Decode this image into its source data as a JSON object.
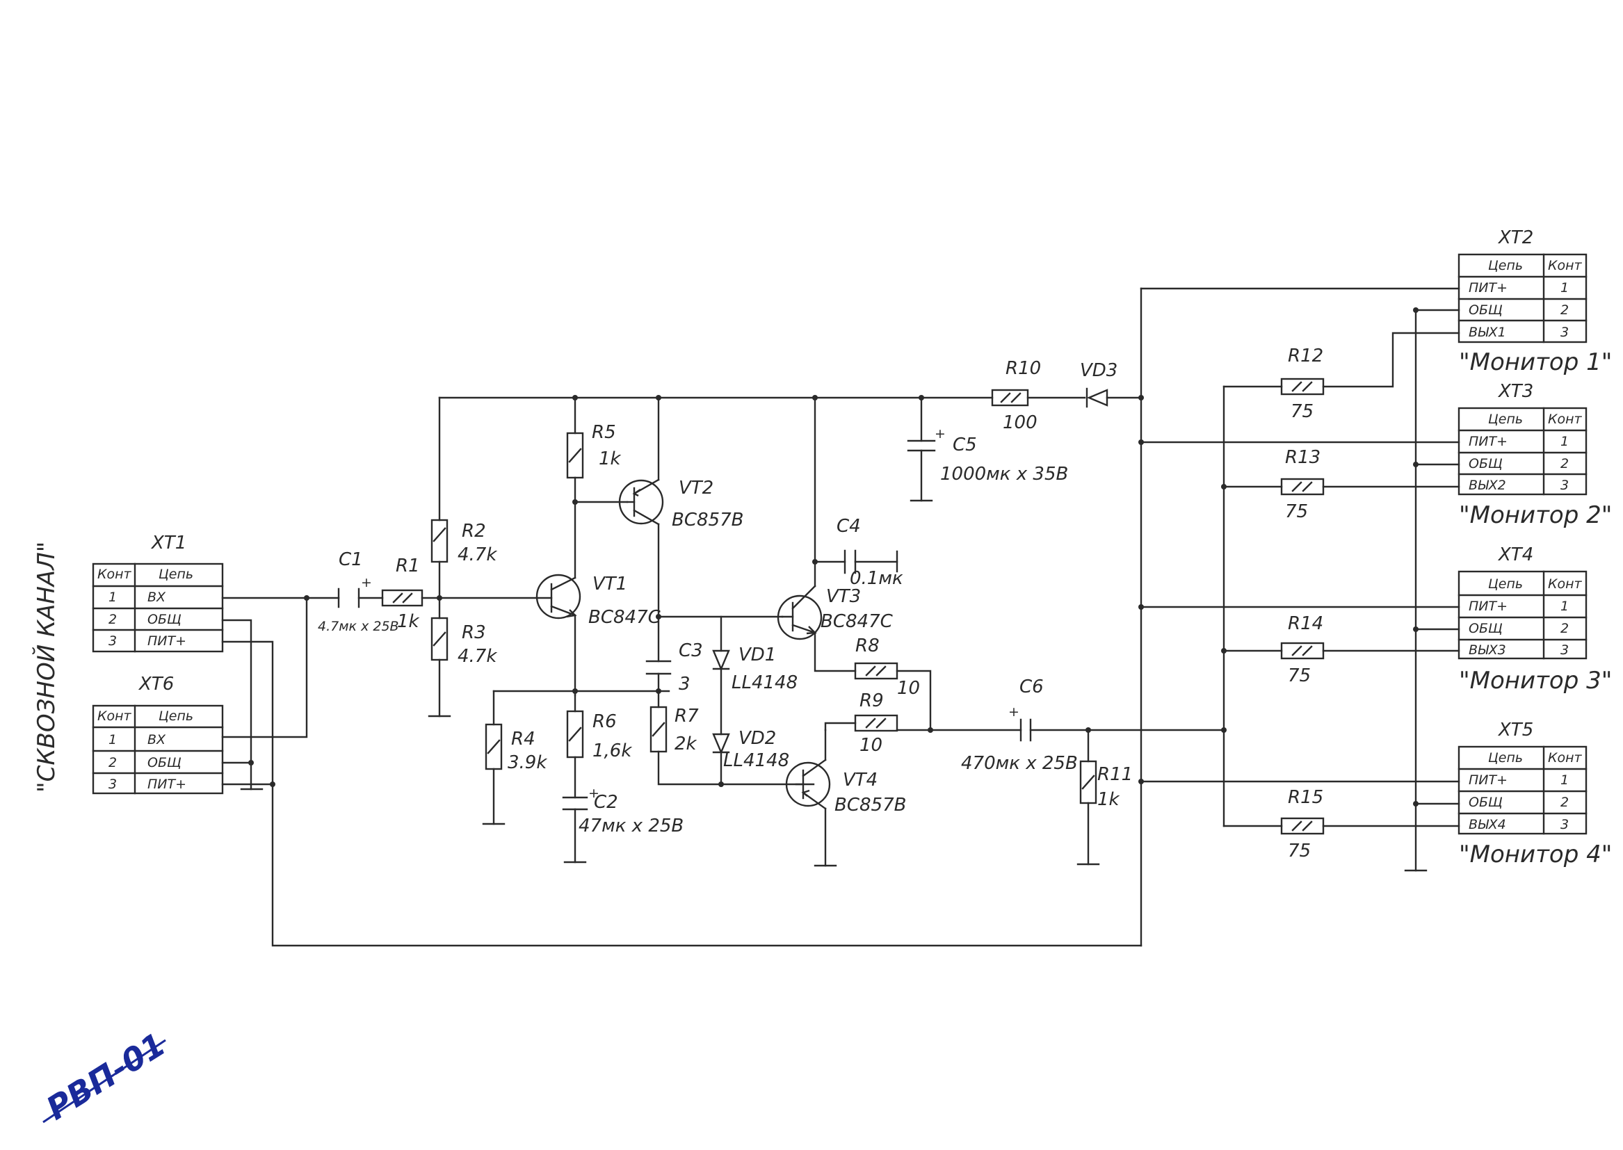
{
  "side_title": "\"СКВОЗНОЙ КАНАЛ\"",
  "stamp": "РВП-01",
  "input_connectors": [
    {
      "ref": "XT1",
      "header": [
        "Конт",
        "Цепь"
      ],
      "rows": [
        [
          "1",
          "ВХ"
        ],
        [
          "2",
          "ОБЩ"
        ],
        [
          "3",
          "ПИТ+"
        ]
      ]
    },
    {
      "ref": "XT6",
      "header": [
        "Конт",
        "Цепь"
      ],
      "rows": [
        [
          "1",
          "ВХ"
        ],
        [
          "2",
          "ОБЩ"
        ],
        [
          "3",
          "ПИТ+"
        ]
      ]
    }
  ],
  "output_connectors": [
    {
      "ref": "XT2",
      "header": [
        "Цепь",
        "Конт"
      ],
      "rows": [
        [
          "ПИТ+",
          "1"
        ],
        [
          "ОБЩ",
          "2"
        ],
        [
          "ВЫХ1",
          "3"
        ]
      ],
      "caption": "\"Монитор 1\""
    },
    {
      "ref": "XT3",
      "header": [
        "Цепь",
        "Конт"
      ],
      "rows": [
        [
          "ПИТ+",
          "1"
        ],
        [
          "ОБЩ",
          "2"
        ],
        [
          "ВЫХ2",
          "3"
        ]
      ],
      "caption": "\"Монитор 2\""
    },
    {
      "ref": "XT4",
      "header": [
        "Цепь",
        "Конт"
      ],
      "rows": [
        [
          "ПИТ+",
          "1"
        ],
        [
          "ОБЩ",
          "2"
        ],
        [
          "ВЫХ3",
          "3"
        ]
      ],
      "caption": "\"Монитор 3\""
    },
    {
      "ref": "XT5",
      "header": [
        "Цепь",
        "Конт"
      ],
      "rows": [
        [
          "ПИТ+",
          "1"
        ],
        [
          "ОБЩ",
          "2"
        ],
        [
          "ВЫХ4",
          "3"
        ]
      ],
      "caption": "\"Монитор 4\""
    }
  ],
  "components": {
    "C1": {
      "ref": "C1",
      "value": "4.7мк х 25В"
    },
    "R1": {
      "ref": "R1",
      "value": "1k"
    },
    "R2": {
      "ref": "R2",
      "value": "4.7k"
    },
    "R3": {
      "ref": "R3",
      "value": "4.7k"
    },
    "R4": {
      "ref": "R4",
      "value": "3.9k"
    },
    "R5": {
      "ref": "R5",
      "value": "1k"
    },
    "R6": {
      "ref": "R6",
      "value": "1,6k"
    },
    "R7": {
      "ref": "R7",
      "value": "2k"
    },
    "C2": {
      "ref": "C2",
      "value": "47мк х 25В"
    },
    "C3": {
      "ref": "C3",
      "value": "3"
    },
    "VT1": {
      "ref": "VT1",
      "value": "BC847C"
    },
    "VT2": {
      "ref": "VT2",
      "value": "BC857B"
    },
    "VT3": {
      "ref": "VT3",
      "value": "BC847C"
    },
    "VT4": {
      "ref": "VT4",
      "value": "BC857B"
    },
    "VD1": {
      "ref": "VD1",
      "value": "LL4148"
    },
    "VD2": {
      "ref": "VD2",
      "value": "LL4148"
    },
    "C4": {
      "ref": "C4",
      "value": "0.1мк"
    },
    "R8": {
      "ref": "R8",
      "value": "10"
    },
    "R9": {
      "ref": "R9",
      "value": "10"
    },
    "C5": {
      "ref": "C5",
      "value": "1000мк х 35В"
    },
    "R10": {
      "ref": "R10",
      "value": "100"
    },
    "VD3": {
      "ref": "VD3",
      "value": ""
    },
    "C6": {
      "ref": "C6",
      "value": "470мк х 25В"
    },
    "R11": {
      "ref": "R11",
      "value": "1k"
    },
    "R12": {
      "ref": "R12",
      "value": "75"
    },
    "R13": {
      "ref": "R13",
      "value": "75"
    },
    "R14": {
      "ref": "R14",
      "value": "75"
    },
    "R15": {
      "ref": "R15",
      "value": "75"
    }
  }
}
